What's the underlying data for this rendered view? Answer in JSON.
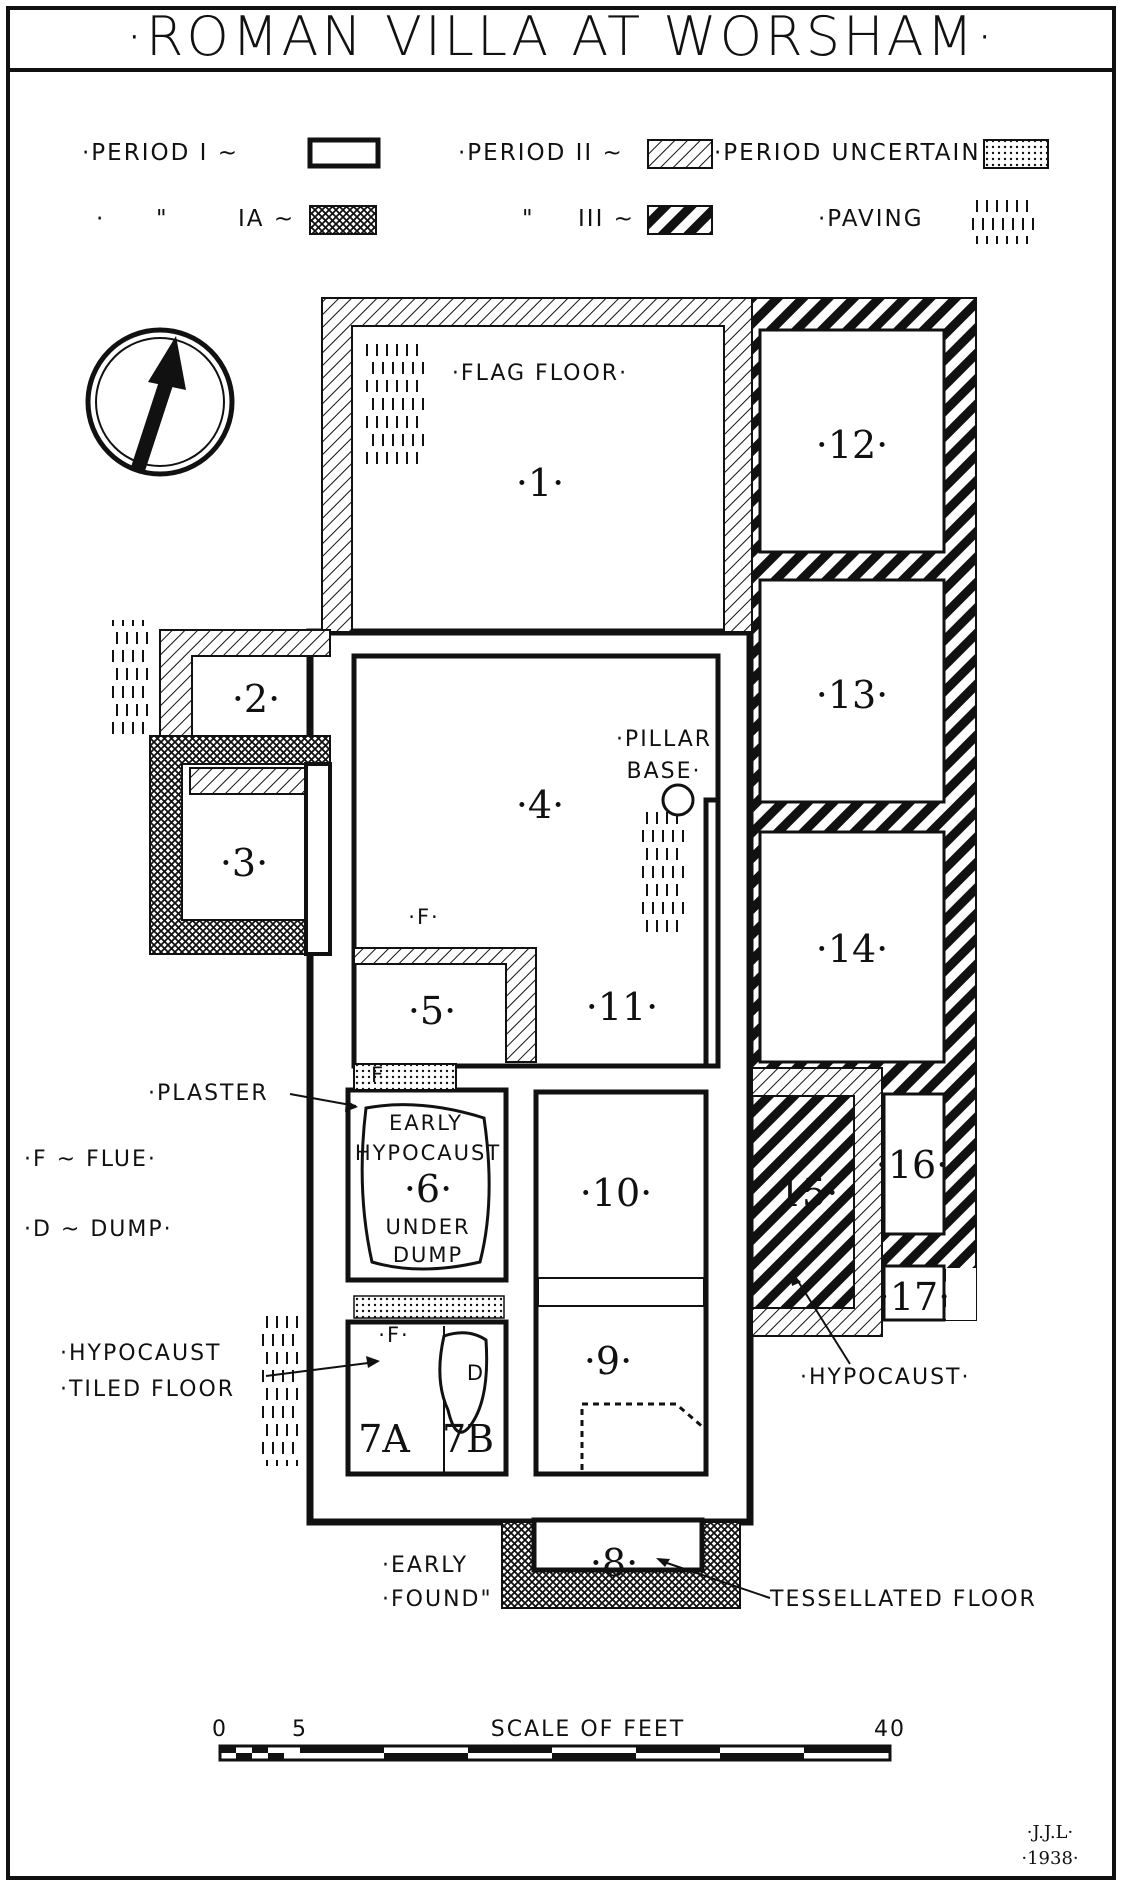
{
  "title": "·ROMAN VILLA AT WORSHAM·",
  "legend": {
    "period_1": "·PERIOD I ~",
    "period_2": "·PERIOD II ~",
    "period_uncertain": "·PERIOD UNCERTAIN",
    "period_1a_mark": "·",
    "period_1a_ditto": "\"",
    "period_1a": "IA ~",
    "period_3_ditto": "\"",
    "period_3": "III ~",
    "paving": "·PAVING"
  },
  "rooms": {
    "r1": "·1·",
    "r2": "·2·",
    "r3": "·3·",
    "r4": "·4·",
    "r5": "·5·",
    "r6": "·6·",
    "r7a": "7A",
    "r7b": "7B",
    "r8": "·8·",
    "r9": "·9·",
    "r10": "·10·",
    "r11": "·11·",
    "r12": "·12·",
    "r13": "·13·",
    "r14": "·14·",
    "r15": "·15·",
    "r16": "·16·",
    "r17": "·17·"
  },
  "labels": {
    "flag_floor": "·FLAG FLOOR·",
    "pillar_1": "·PILLAR",
    "pillar_2": "BASE·",
    "flue_mark": "·F·",
    "flue_mark_2": "F",
    "flue_mark_3": "·F·",
    "plaster": "·PLASTER",
    "early_hyp_1": "EARLY",
    "early_hyp_2": "HYPOCAUST",
    "under_1": "UNDER",
    "under_2": "DUMP",
    "dump_mark": "D",
    "f_flue": "·F ~ FLUE·",
    "d_dump": "·D ~ DUMP·",
    "hypocaust_left_1": "·HYPOCAUST",
    "hypocaust_left_2": "·TILED FLOOR",
    "hypocaust_right": "·HYPOCAUST·",
    "early_found_1": "·EARLY",
    "early_found_2": "·FOUND\"",
    "tessellated": "TESSELLATED FLOOR"
  },
  "scale": {
    "caption": "SCALE OF FEET",
    "tick_0": "0",
    "tick_5": "5",
    "tick_40": "40"
  },
  "signature": {
    "initials": "·J.J.L·",
    "year": "·1938·"
  },
  "colors": {
    "ink": "#111111",
    "paper": "#ffffff"
  },
  "icons": {
    "north_arrow": "north-arrow-icon"
  }
}
